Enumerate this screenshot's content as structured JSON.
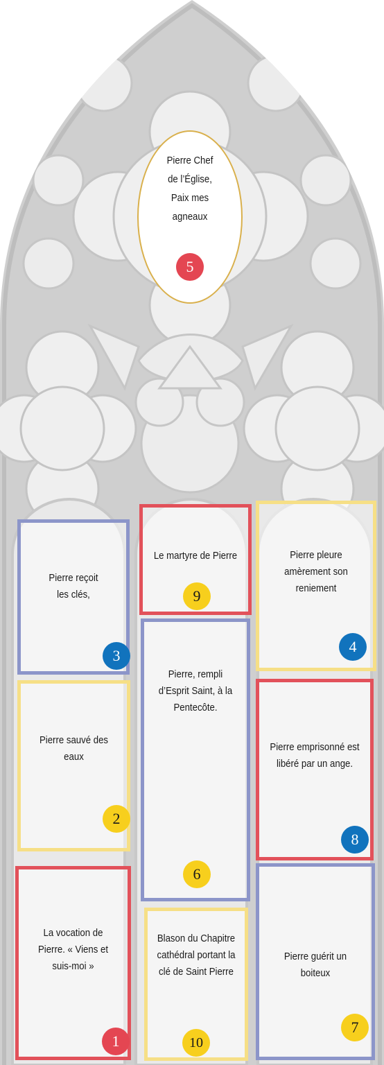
{
  "colors": {
    "red": "#e2515a",
    "blue": "#8c95c9",
    "yellow": "#f6df86",
    "badge_red": "#e44652",
    "badge_blue": "#1173bd",
    "badge_yellow": "#f7cf1d",
    "medallion_border": "#d9b04c",
    "stone": "#d7d7d7"
  },
  "medallion": {
    "lines": [
      "Pierre  Chef",
      "de l’Église,",
      "Paix mes",
      "agneaux"
    ],
    "number": "5"
  },
  "panels": [
    {
      "id": "3",
      "lines": [
        "Pierre reçoit",
        "les clés,"
      ],
      "number": "3"
    },
    {
      "id": "9",
      "lines": [
        "Le martyre de Pierre"
      ],
      "number": "9"
    },
    {
      "id": "4",
      "lines": [
        "Pierre pleure",
        "amèrement son",
        "reniement"
      ],
      "number": "4"
    },
    {
      "id": "2",
      "lines": [
        "Pierre sauvé des",
        "eaux"
      ],
      "number": "2"
    },
    {
      "id": "6",
      "lines": [
        "Pierre, rempli",
        "d’Esprit Saint,  à la",
        "Pentecôte."
      ],
      "number": "6"
    },
    {
      "id": "8",
      "lines": [
        "Pierre emprisonné est",
        "libéré par un ange."
      ],
      "number": "8"
    },
    {
      "id": "1",
      "lines": [
        "La vocation de",
        "Pierre. « Viens et",
        "suis-moi »"
      ],
      "number": "1"
    },
    {
      "id": "10",
      "lines": [
        "Blason du Chapitre",
        "cathédral portant la",
        "clé de Saint Pierre"
      ],
      "number": "10"
    },
    {
      "id": "7",
      "lines": [
        "Pierre guérit un",
        "boiteux"
      ],
      "number": "7"
    }
  ]
}
